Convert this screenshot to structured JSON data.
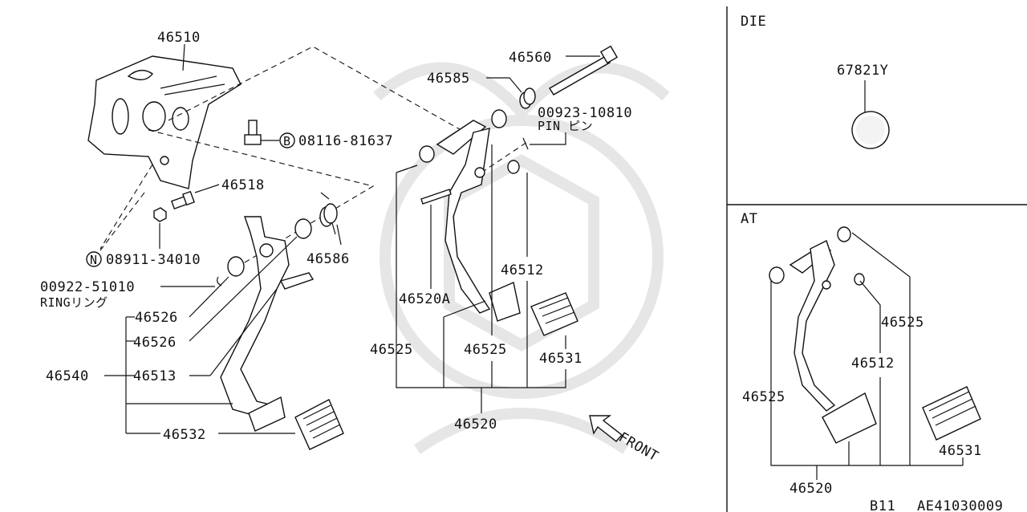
{
  "main": {
    "callouts": {
      "p46510": "46510",
      "p46560": "46560",
      "p46585": "46585",
      "p00923": "00923-10810",
      "pin": "PIN ピン",
      "bolt": "08116-81637",
      "bolt_marker": "B",
      "p46518": "46518",
      "nut": "08911-34010",
      "nut_marker": "N",
      "p46586": "46586",
      "p46512": "46512",
      "ring_num": "00922-51010",
      "ring_txt": "RINGリング",
      "p46526a": "46526",
      "p46526b": "46526",
      "p46520a": "46520A",
      "p46540": "46540",
      "p46513": "46513",
      "p46525a": "46525",
      "p46525b": "46525",
      "p46531": "46531",
      "p46532": "46532",
      "p46520": "46520",
      "front": "FRONT"
    }
  },
  "die_panel": {
    "title": "DIE",
    "part": "67821Y"
  },
  "at_panel": {
    "title": "AT",
    "p46525": "46525",
    "p46512": "46512",
    "p46525b": "46525",
    "p46531": "46531",
    "p46520": "46520"
  },
  "footer": {
    "model": "B11",
    "code": "AE41030009"
  }
}
